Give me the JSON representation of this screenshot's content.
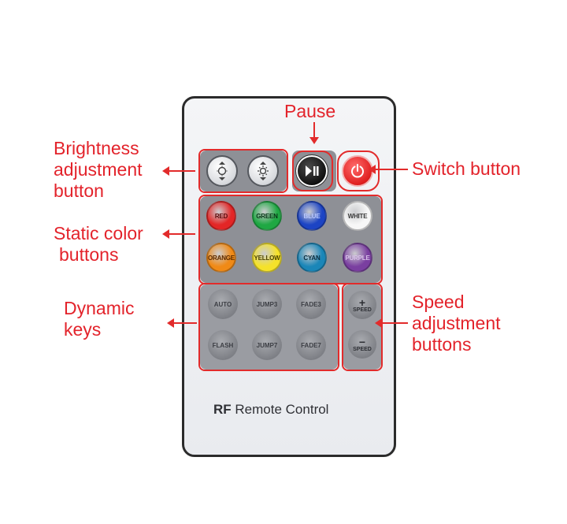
{
  "labels": {
    "pause": "Pause",
    "brightness": [
      "Brightness",
      "adjustment",
      "button"
    ],
    "switch": "Switch button",
    "static_color": [
      "Static color",
      "buttons"
    ],
    "dynamic": [
      "Dynamic",
      "keys"
    ],
    "speed": [
      "Speed",
      "adjustment",
      "buttons"
    ]
  },
  "remote": {
    "brand_prefix": "RF",
    "brand_rest": "Remote Control",
    "brightness_buttons": [
      {
        "icon": "brightness-down-icon"
      },
      {
        "icon": "brightness-up-icon"
      }
    ],
    "pause_button": {
      "icon": "play-pause-icon"
    },
    "power_button": {
      "icon": "power-icon"
    },
    "color_buttons": [
      {
        "label": "RED",
        "color": "#e32626",
        "text": "#5a0a0a"
      },
      {
        "label": "GREEN",
        "color": "#1fa843",
        "text": "#073316"
      },
      {
        "label": "BLUE",
        "color": "#1c44c4",
        "text": "#b9c8ff"
      },
      {
        "label": "WHITE",
        "color": "#f7f7f7",
        "text": "#3a3a3a"
      },
      {
        "label": "ORANGE",
        "color": "#f08a16",
        "text": "#5a2a00"
      },
      {
        "label": "YELLOW",
        "color": "#f5e22a",
        "text": "#4a4200"
      },
      {
        "label": "CYAN",
        "color": "#1a86b8",
        "text": "#0a2c3d"
      },
      {
        "label": "PURPLE",
        "color": "#7a3fa0",
        "text": "#d9c2ea"
      }
    ],
    "dynamic_keys": [
      "AUTO",
      "JUMP3",
      "FADE3",
      "FLASH",
      "JUMP7",
      "FADE7"
    ],
    "speed_buttons": [
      {
        "symbol": "+",
        "label": "SPEED"
      },
      {
        "symbol": "−",
        "label": "SPEED"
      }
    ]
  }
}
